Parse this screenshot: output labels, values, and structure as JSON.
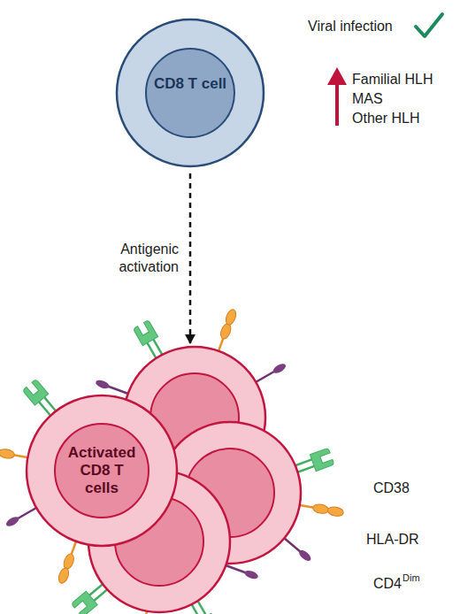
{
  "diagram": {
    "nodes": [
      {
        "text": [
          "CD8 T cell"
        ]
      },
      {
        "text": [
          "Activated CD8 T cells"
        ]
      }
    ],
    "edges": [
      {
        "from": 0,
        "to": 1,
        "arrow": "to",
        "label": "Antigenic activation"
      }
    ],
    "labels": [
      "Viral infection",
      "Familial HLH",
      "MAS",
      "Other HLH",
      "CD38",
      "HLA-DR",
      "CD4",
      "Dim"
    ]
  }
}
